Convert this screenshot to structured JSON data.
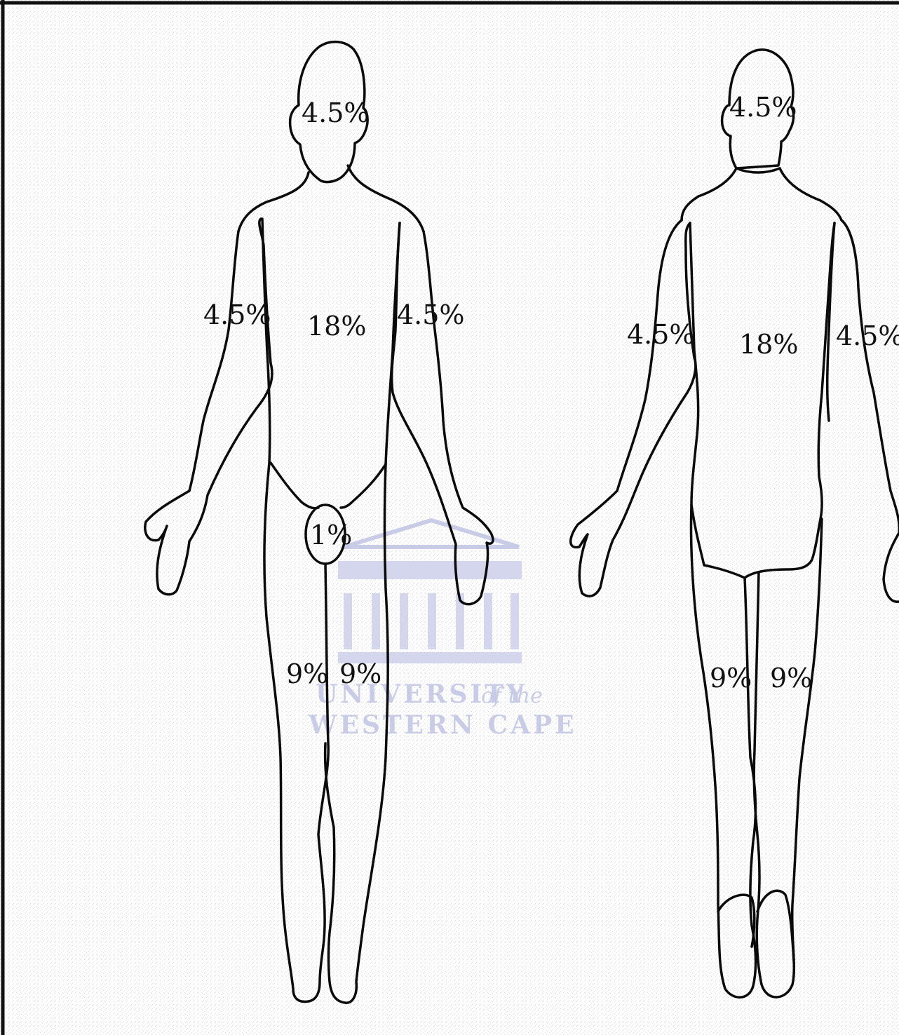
{
  "front": {
    "head": "4.5%",
    "trunk": "18%",
    "right_arm": "4.5%",
    "left_arm": "4.5%",
    "perineum": "1%",
    "right_leg": "9%",
    "left_leg": "9%"
  },
  "back": {
    "head": "4.5%",
    "trunk": "18%",
    "left_arm": "4.5%",
    "right_arm": "4.5%",
    "left_leg": "9%",
    "right_leg": "9%"
  },
  "watermark": {
    "line1": "UNIVERSITY",
    "line1_suffix": "of the",
    "line2": "WESTERN CAPE"
  },
  "colors": {
    "ink": "#0b0b0b",
    "paper": "#ffffff",
    "scan_noise": "#b9b9b9",
    "watermark": "#c9cce6"
  }
}
